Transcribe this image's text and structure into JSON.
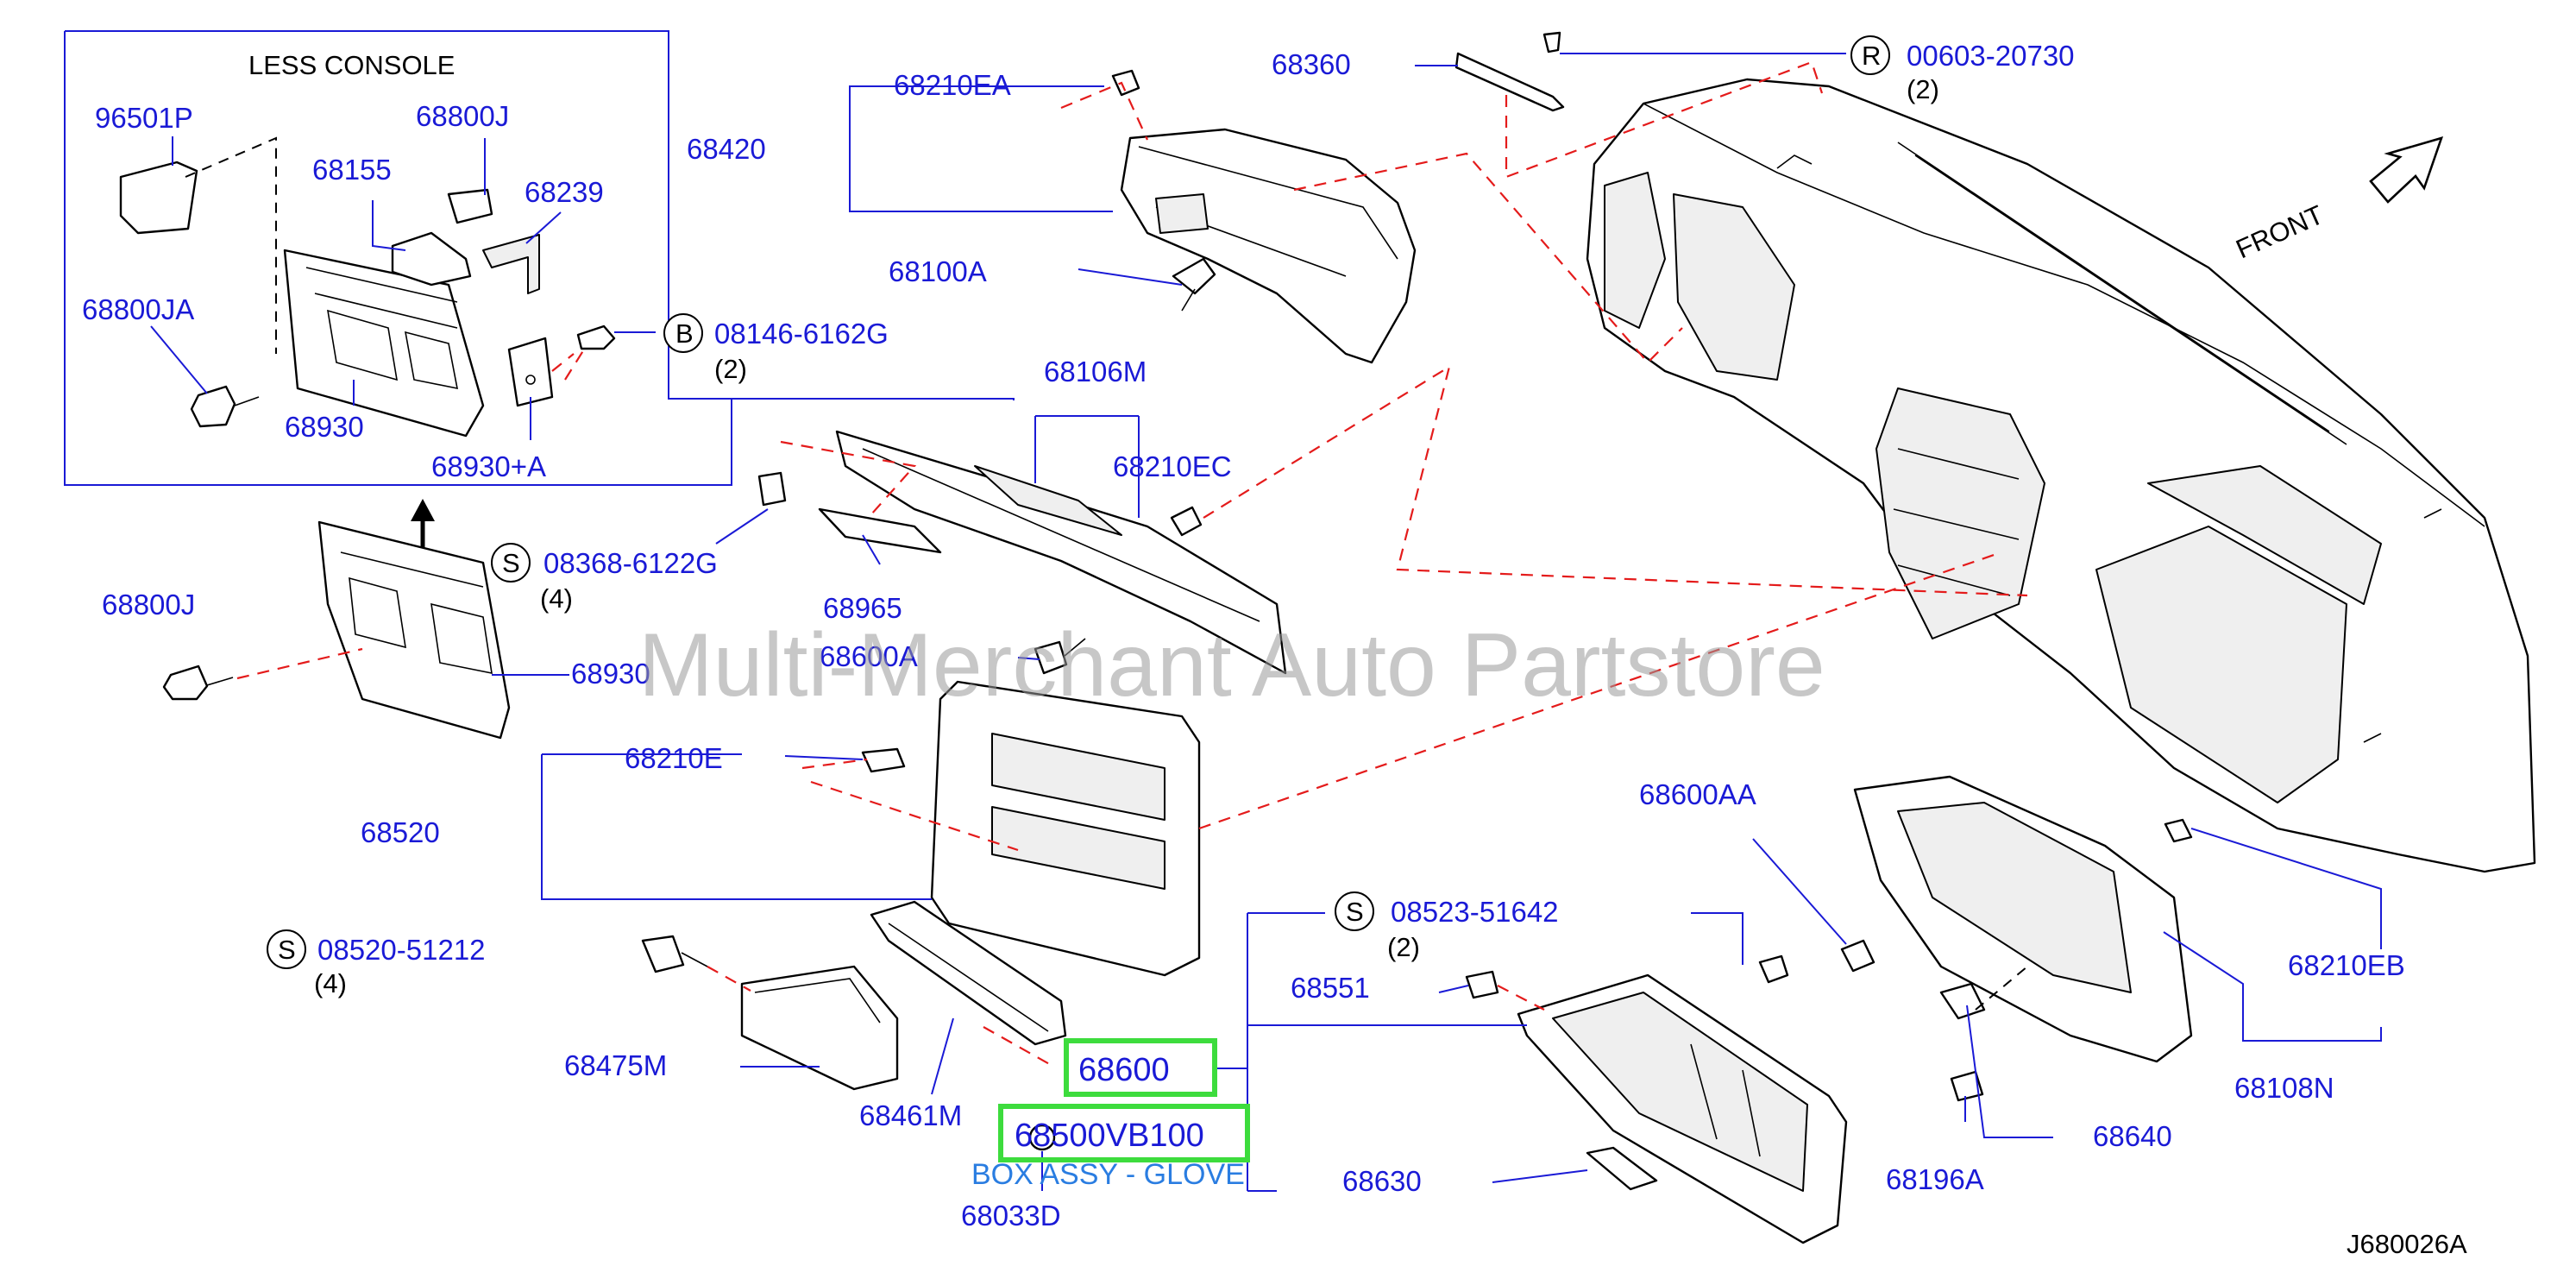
{
  "inset": {
    "title": "LESS   CONSOLE"
  },
  "watermark": "Multi-Merchant Auto Partstore",
  "front_label": "FRONT",
  "diagram_code": "J680026A",
  "highlight": {
    "part": "68600",
    "number": "68500VB100",
    "caption": "BOX ASSY - GLOVE"
  },
  "labels": {
    "l96501P": "96501P",
    "l68800J_inset": "68800J",
    "l68155": "68155",
    "l68239": "68239",
    "l68800JA": "68800JA",
    "l68930_inset": "68930",
    "l68930A": "68930+A",
    "l68210EA": "68210EA",
    "l68420": "68420",
    "l68100A": "68100A",
    "l68360": "68360",
    "l68106M": "68106M",
    "l68210EC": "68210EC",
    "l68965": "68965",
    "l68600A": "68600A",
    "l68800J": "68800J",
    "l68930": "68930",
    "l68210E": "68210E",
    "l68520": "68520",
    "l68475M": "68475M",
    "l68461M": "68461M",
    "l68033D": "68033D",
    "l68551": "68551",
    "l68630": "68630",
    "l68600AA": "68600AA",
    "l68210EB": "68210EB",
    "l68108N": "68108N",
    "l68640": "68640",
    "l68196A": "68196A"
  },
  "callouts": {
    "r": {
      "letter": "R",
      "number": "00603-20730",
      "qty": "(2)"
    },
    "b": {
      "letter": "B",
      "number": "08146-6162G",
      "qty": "(2)"
    },
    "s1": {
      "letter": "S",
      "number": "08368-6122G",
      "qty": "(4)"
    },
    "s2": {
      "letter": "S",
      "number": "08520-51212",
      "qty": "(4)"
    },
    "s3": {
      "letter": "S",
      "number": "08523-51642",
      "qty": "(2)"
    }
  }
}
